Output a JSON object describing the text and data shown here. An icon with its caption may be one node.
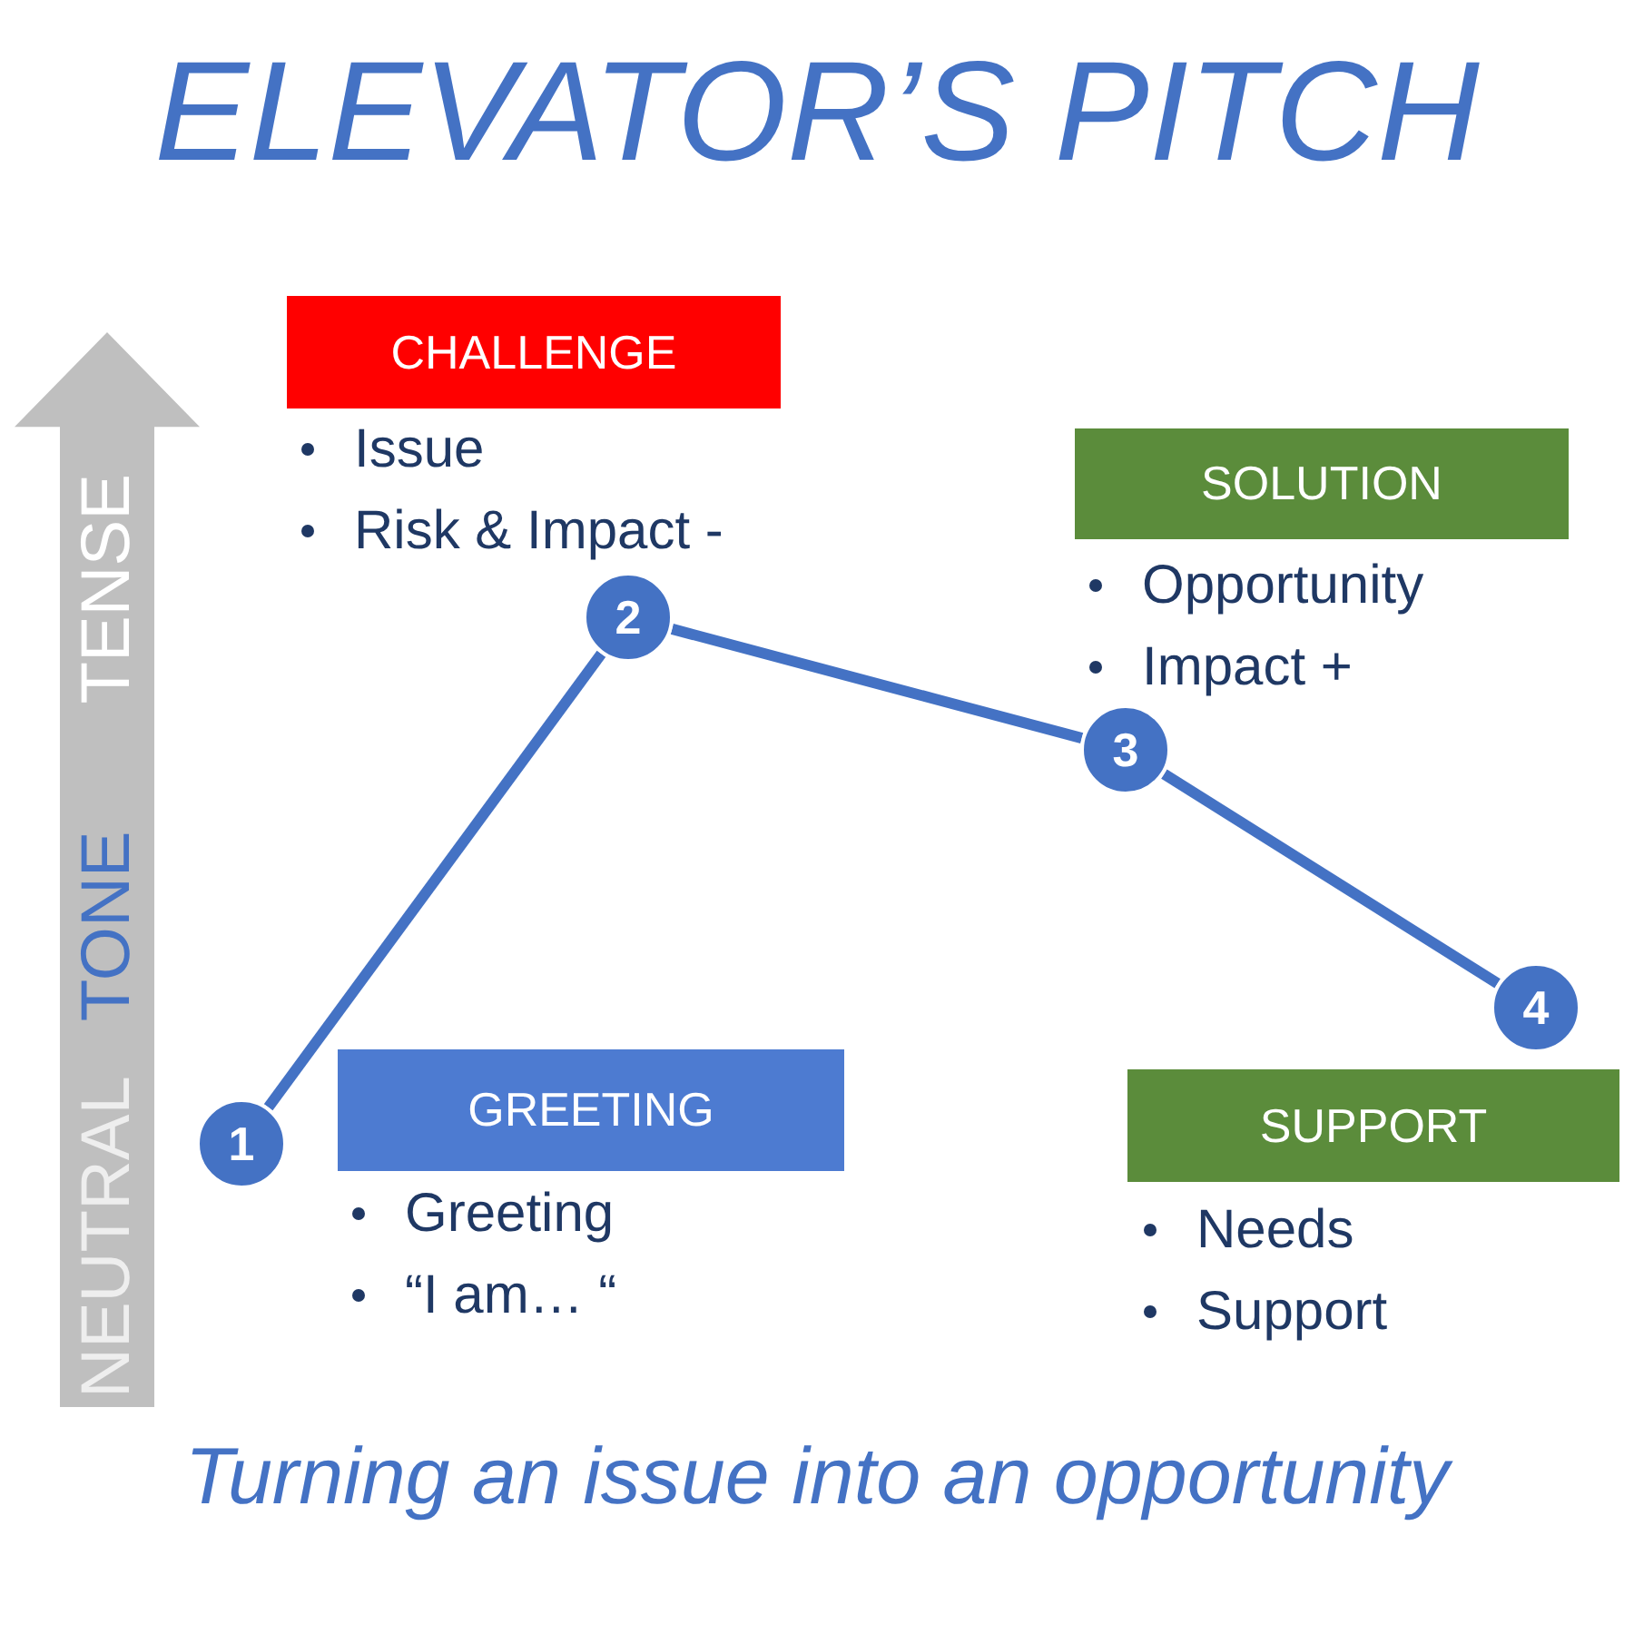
{
  "diagram": {
    "title": "ELEVATOR’S PITCH",
    "caption": "Turning an issue into an opportunity",
    "nodes": [
      {
        "text": [
          "NEUTRAL",
          "TONE",
          "TENSE"
        ]
      },
      {
        "text": [
          "CHALLENGE"
        ],
        "beside": [
          "Issue",
          "Risk & Impact -"
        ]
      },
      {
        "text": [
          "SOLUTION"
        ],
        "beside": [
          "Opportunity",
          "Impact +"
        ]
      },
      {
        "text": [
          "GREETING"
        ],
        "beside": [
          "Greeting",
          "“I am… “"
        ]
      },
      {
        "text": [
          "SUPPORT"
        ],
        "beside": [
          "Needs",
          "Support"
        ]
      },
      {
        "text": [
          "1"
        ]
      },
      {
        "text": [
          "2"
        ]
      },
      {
        "text": [
          "3"
        ]
      },
      {
        "text": [
          "4"
        ]
      }
    ],
    "edges": [
      {
        "from": 5,
        "to": 6,
        "arrow": "none"
      },
      {
        "from": 6,
        "to": 7,
        "arrow": "none"
      },
      {
        "from": 7,
        "to": 8,
        "arrow": "none"
      }
    ]
  }
}
